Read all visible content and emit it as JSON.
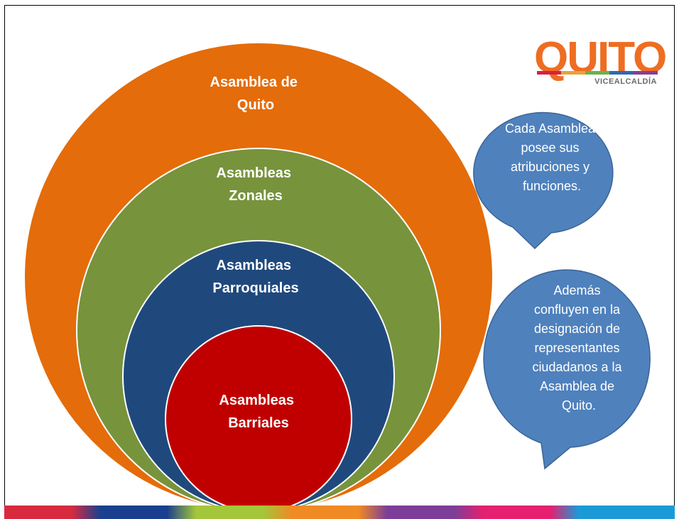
{
  "logo": {
    "word": "QUITO",
    "subtitle": "VICEALCALDÍA",
    "colors": [
      "#d7223e",
      "#e9a23b",
      "#6ab34a",
      "#2d6ab1",
      "#8a3c92"
    ]
  },
  "circles": [
    {
      "lines": [
        "Asamblea de",
        "Quito"
      ],
      "color": "#e46c0a"
    },
    {
      "lines": [
        "Asambleas",
        "Zonales"
      ],
      "color": "#77933c"
    },
    {
      "lines": [
        "Asambleas",
        "Parroquiales"
      ],
      "color": "#1f497d"
    },
    {
      "lines": [
        "Asambleas",
        "Barriales"
      ],
      "color": "#c00000"
    }
  ],
  "callouts": [
    {
      "lines": [
        "Cada Asamblea",
        "posee sus",
        "atribuciones y",
        "funciones."
      ],
      "color": "#4f81bd"
    },
    {
      "lines": [
        "Además",
        "confluyen en la",
        "designación de",
        "representantes",
        "ciudadanos a la",
        "Asamblea de",
        "Quito."
      ],
      "color": "#4f81bd"
    }
  ],
  "bottom_bar_colors": [
    "#d82a3f",
    "#1b3f8f",
    "#a4c63a",
    "#f08a24",
    "#7c3e98",
    "#e4206f",
    "#1a9bd7"
  ]
}
